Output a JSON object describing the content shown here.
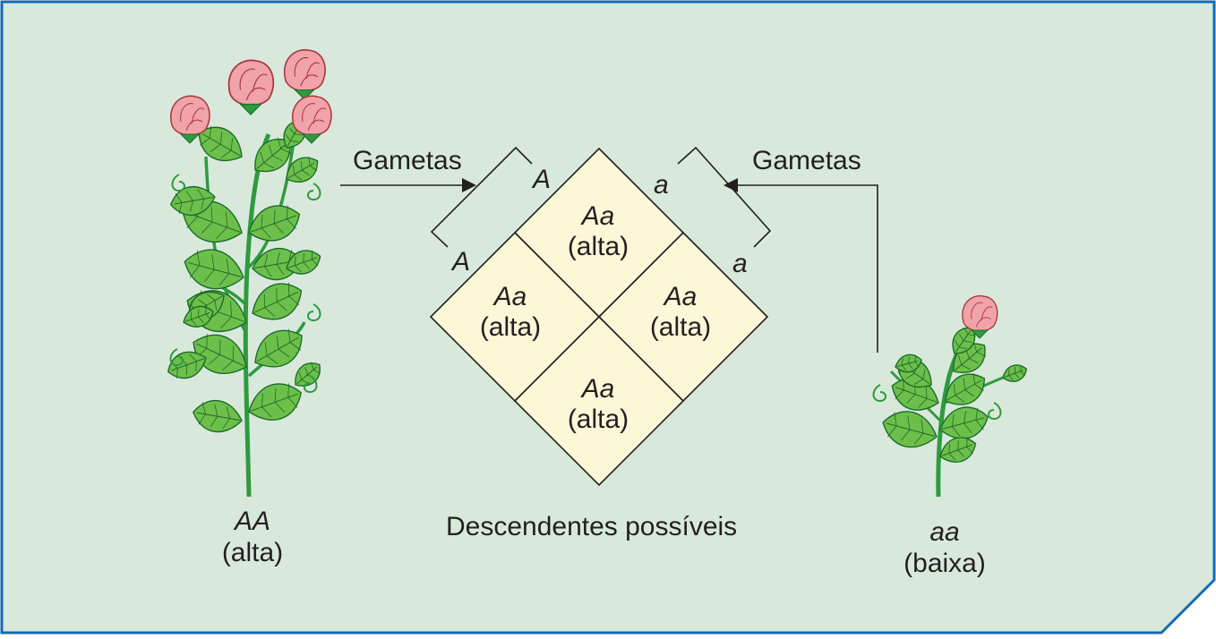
{
  "colors": {
    "background": "#d8e9dc",
    "border": "#1669b2",
    "cell_fill": "#fcf7d7",
    "flower": "#f0a3a8",
    "leaf": "#6cbf4a",
    "stem": "#2f9a3e",
    "text": "#231f20"
  },
  "left_plant": {
    "icon": "tall-pea-plant-icon",
    "genotype": "AA",
    "phenotype": "(alta)",
    "gametes_label": "Gametas",
    "gamete_top": "A",
    "gamete_bottom": "A"
  },
  "right_plant": {
    "icon": "short-pea-plant-icon",
    "genotype": "aa",
    "phenotype": "(baixa)",
    "gametes_label": "Gametas",
    "gamete_top": "a",
    "gamete_bottom": "a"
  },
  "punnett": {
    "caption": "Descendentes possíveis",
    "cells": [
      {
        "genotype": "Aa",
        "phenotype": "(alta)"
      },
      {
        "genotype": "Aa",
        "phenotype": "(alta)"
      },
      {
        "genotype": "Aa",
        "phenotype": "(alta)"
      },
      {
        "genotype": "Aa",
        "phenotype": "(alta)"
      }
    ]
  }
}
